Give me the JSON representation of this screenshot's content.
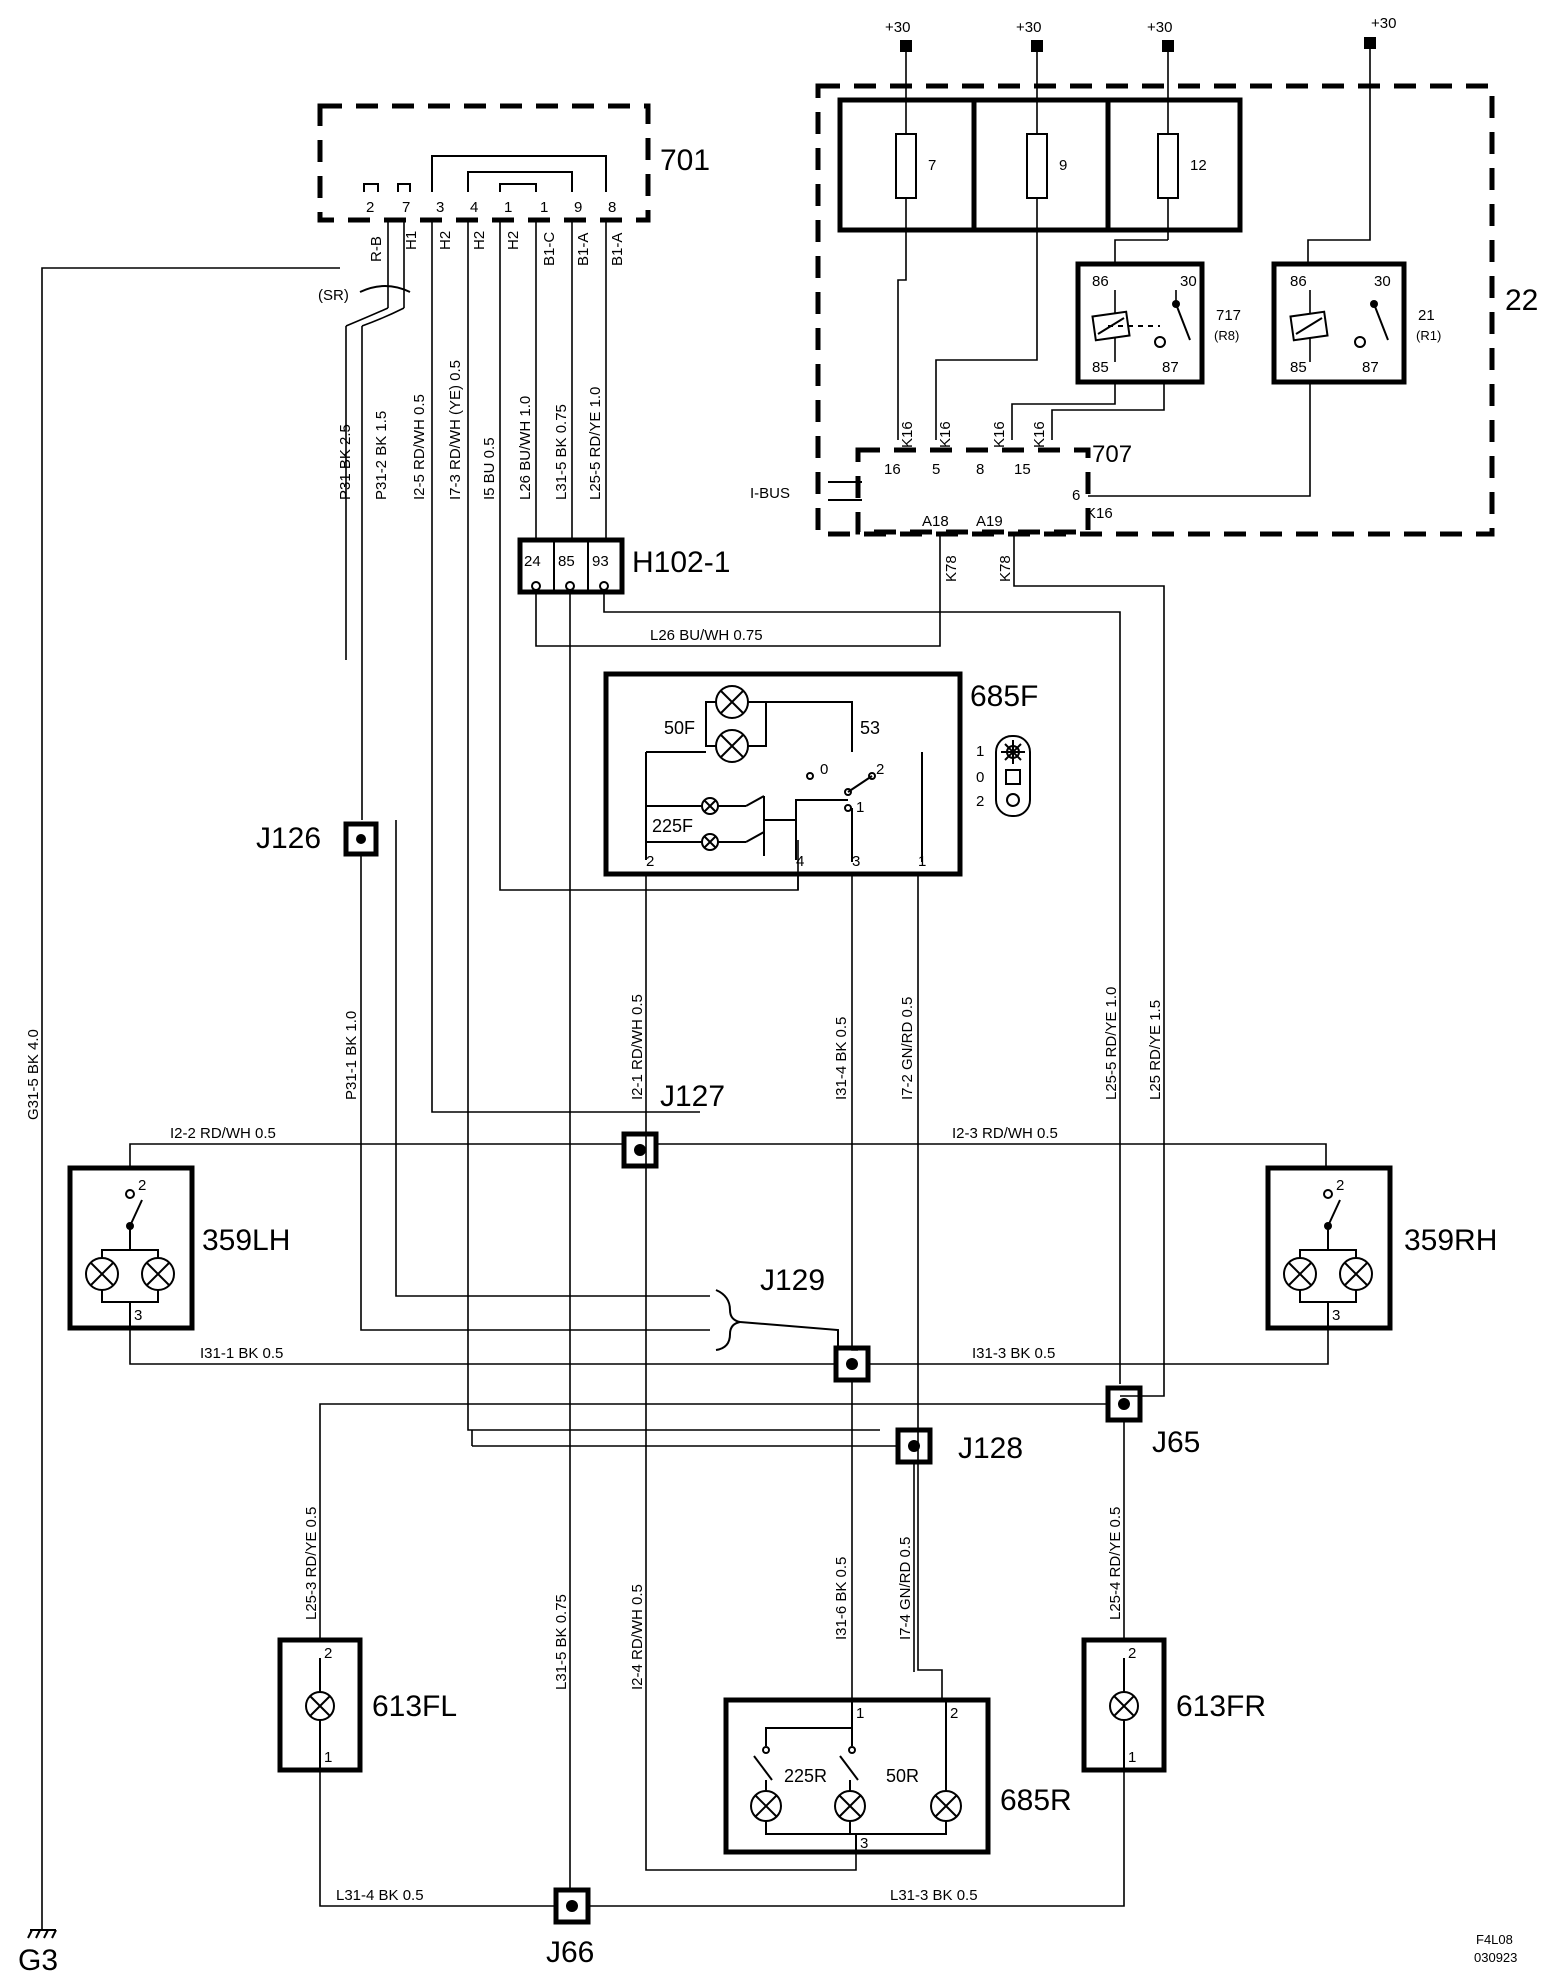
{
  "components": {
    "c701": "701",
    "c22": "22",
    "c707": "707",
    "c717": "717",
    "c717_sub": "(R8)",
    "c21": "21",
    "c21_sub": "(R1)",
    "h102": "H102-1",
    "c685f": "685F",
    "c685r": "685R",
    "c359lh": "359LH",
    "c359rh": "359RH",
    "c613fl": "613FL",
    "c613fr": "613FR",
    "j126": "J126",
    "j127": "J127",
    "j128": "J128",
    "j129": "J129",
    "j65": "J65",
    "j66": "J66",
    "g3": "G3",
    "ibus": "I-BUS",
    "sr": "(SR)"
  },
  "supply": "+30",
  "fuses": [
    "7",
    "9",
    "12"
  ],
  "relay_pins": {
    "p86": "86",
    "p30": "30",
    "p85": "85",
    "p87": "87"
  },
  "c701_pins": [
    "2",
    "7",
    "3",
    "4",
    "1",
    "1",
    "9",
    "8"
  ],
  "c701_pin_codes": [
    "R-B",
    "H1",
    "H2",
    "H2",
    "H2",
    "B1-C",
    "B1-A",
    "B1-A"
  ],
  "c707_pins": {
    "p16": "16",
    "p5": "5",
    "p8": "8",
    "p15": "15",
    "p6": "6",
    "a18": "A18",
    "a19": "A19"
  },
  "k16": "K16",
  "k78": "K78",
  "h102_pins": [
    "24",
    "85",
    "93"
  ],
  "switch685f": {
    "lamp_50f": "50F",
    "lamp_225f": "225F",
    "p53": "53",
    "pos0": "0",
    "pos1": "1",
    "pos2": "2",
    "pins": [
      "2",
      "4",
      "3",
      "1"
    ],
    "legend": [
      "1",
      "0",
      "2"
    ]
  },
  "lamp685r": {
    "lamp_225r": "225R",
    "lamp_50r": "50R",
    "p1": "1",
    "p2": "2",
    "p3": "3"
  },
  "pin_2": "2",
  "pin_3": "3",
  "pin_1": "1",
  "wires": {
    "p31": "P31  BK  2.5",
    "p31_2": "P31-2  BK  1.5",
    "i2_5": "I2-5  RD/WH  0.5",
    "i7_3": "I7-3  RD/WH (YE)  0.5",
    "i5": "I5  BU  0.5",
    "l26_1": "L26  BU/WH  1.0",
    "l31_5": "L31-5  BK  0.75",
    "l25_5": "L25-5  RD/YE  1.0",
    "l26_h": "L26   BU/WH  0.75",
    "g31_5": "G31-5  BK   4.0",
    "p31_1": "P31-1  BK  1.0",
    "i2_1": "I2-1  RD/WH  0.5",
    "i31_4": "I31-4  BK  0.5",
    "i7_2": "I7-2  GN/RD  0.5",
    "l25_5b": "L25-5  RD/YE  1.0",
    "l25": "L25   RD/YE  1.5",
    "i2_2": "I2-2  RD/WH  0.5",
    "i2_3": "I2-3  RD/WH  0.5",
    "i31_1": "I31-1   BK   0.5",
    "i31_3": "I31-3  BK   0.5",
    "l25_3": "L25-3  RD/YE  0.5",
    "l31_5b": "L31-5  BK  0.75",
    "i2_4": "I2-4  RD/WH  0.5",
    "i31_6": "I31-6  BK  0.5",
    "i7_4": "I7-4  GN/RD  0.5",
    "l25_4": "L25-4  RD/YE  0.5",
    "l31_4": "L31-4   BK   0.5",
    "l31_3": "L31-3   BK   0.5"
  },
  "footer": {
    "code": "F4L08",
    "date": "030923"
  }
}
